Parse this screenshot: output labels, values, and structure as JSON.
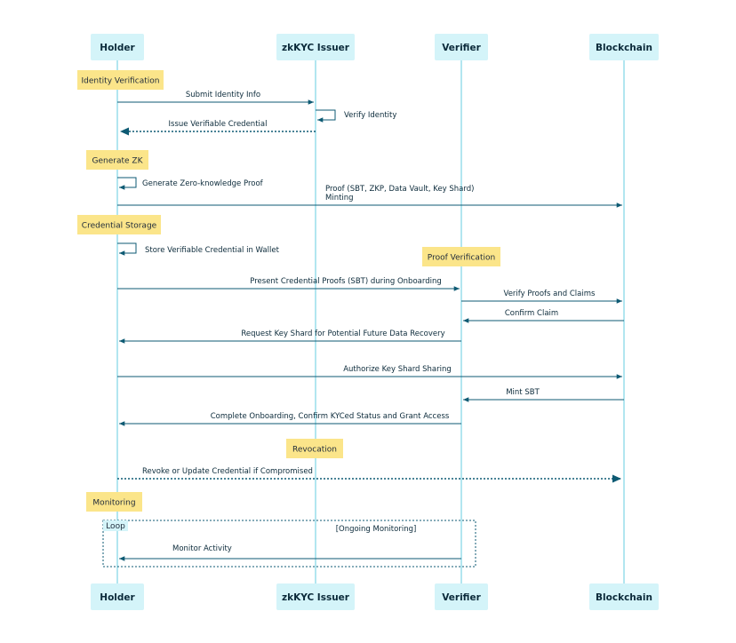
{
  "actors": [
    {
      "id": "holder",
      "label": "Holder"
    },
    {
      "id": "issuer",
      "label": "zkKYC Issuer"
    },
    {
      "id": "verifier",
      "label": "Verifier"
    },
    {
      "id": "blockchain",
      "label": "Blockchain"
    }
  ],
  "notes": [
    {
      "id": "identity-verification",
      "label": "Identity Verification"
    },
    {
      "id": "generate-zk",
      "label": "Generate ZK"
    },
    {
      "id": "credential-storage",
      "label": "Credential Storage"
    },
    {
      "id": "proof-verification",
      "label": "Proof Verification"
    },
    {
      "id": "revocation",
      "label": "Revocation"
    },
    {
      "id": "monitoring",
      "label": "Monitoring"
    }
  ],
  "messages": [
    {
      "id": "submit-identity-info",
      "from": "holder",
      "to": "issuer",
      "style": "solid",
      "label": "Submit Identity Info"
    },
    {
      "id": "verify-identity",
      "from": "issuer",
      "to": "issuer",
      "style": "self",
      "label": "Verify Identity"
    },
    {
      "id": "issue-verifiable-credential",
      "from": "issuer",
      "to": "holder",
      "style": "dotted",
      "label": "Issue Verifiable Credential"
    },
    {
      "id": "generate-zero-knowledge-proof",
      "from": "holder",
      "to": "holder",
      "style": "self",
      "label": "Generate Zero-knowledge Proof"
    },
    {
      "id": "proof-minting",
      "from": "holder",
      "to": "blockchain",
      "style": "solid",
      "label": "Proof (SBT, ZKP, Data Vault, Key Shard)",
      "label2": "Minting"
    },
    {
      "id": "store-credential",
      "from": "holder",
      "to": "holder",
      "style": "self",
      "label": "Store Verifiable Credential in Wallet"
    },
    {
      "id": "present-credential-proofs",
      "from": "holder",
      "to": "verifier",
      "style": "solid",
      "label": "Present Credential Proofs (SBT) during Onboarding"
    },
    {
      "id": "verify-proofs-claims",
      "from": "verifier",
      "to": "blockchain",
      "style": "solid",
      "label": "Verify Proofs and Claims"
    },
    {
      "id": "confirm-claim",
      "from": "blockchain",
      "to": "verifier",
      "style": "solid",
      "label": "Confirm Claim"
    },
    {
      "id": "request-key-shard",
      "from": "verifier",
      "to": "holder",
      "style": "solid",
      "label": "Request Key Shard for Potential Future Data Recovery"
    },
    {
      "id": "authorize-key-shard",
      "from": "holder",
      "to": "blockchain",
      "style": "solid",
      "label": "Authorize Key Shard Sharing"
    },
    {
      "id": "mint-sbt",
      "from": "blockchain",
      "to": "verifier",
      "style": "solid",
      "label": "Mint SBT"
    },
    {
      "id": "complete-onboarding",
      "from": "verifier",
      "to": "holder",
      "style": "solid",
      "label": "Complete Onboarding, Confirm KYCed Status and Grant Access"
    },
    {
      "id": "revoke-update",
      "from": "holder",
      "to": "blockchain",
      "style": "dotted",
      "label": "Revoke or Update Credential if Compromised"
    },
    {
      "id": "monitor-activity",
      "from": "verifier",
      "to": "holder",
      "style": "solid",
      "label": "Monitor Activity"
    }
  ],
  "loop": {
    "label": "Loop",
    "condition": "[Ongoing Monitoring]"
  }
}
